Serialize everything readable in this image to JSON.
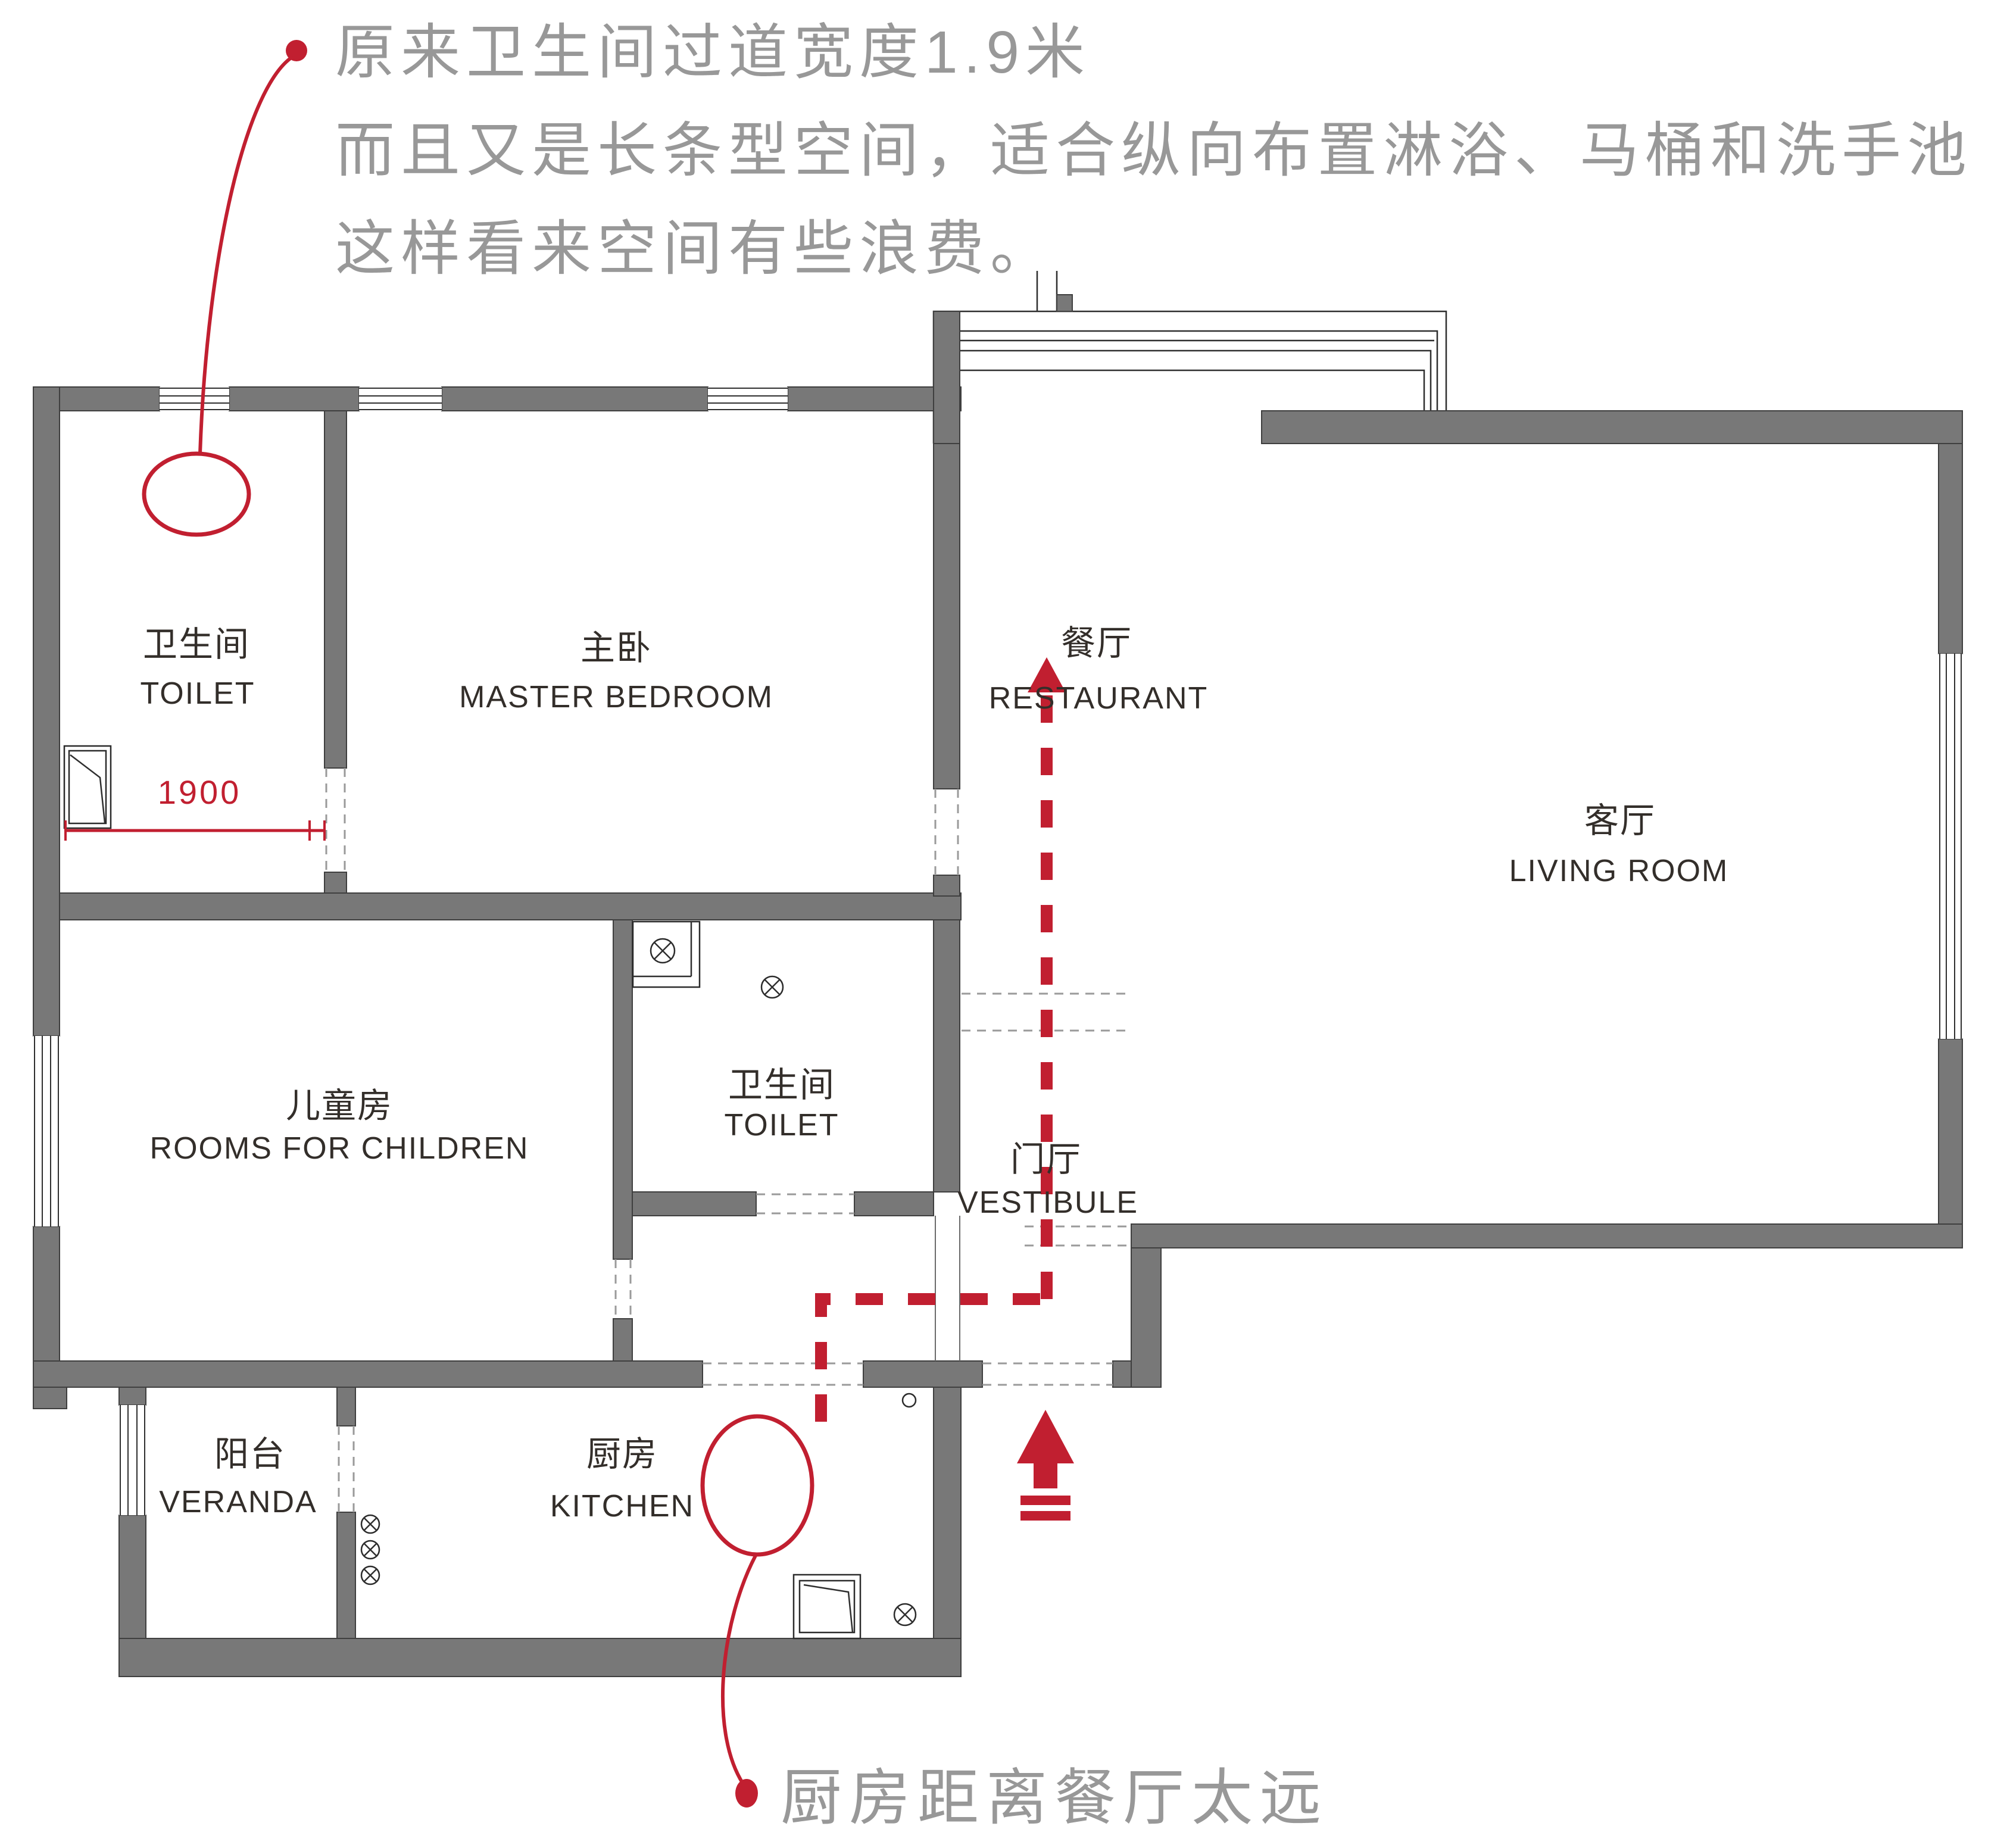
{
  "notes": {
    "top": [
      "原来卫生间过道宽度1.9米",
      "而且又是长条型空间，适合纵向布置淋浴、马桶和洗手池",
      "这样看来空间有些浪费。"
    ],
    "bottom": "厨房距离餐厅太远"
  },
  "dimension": {
    "value": "1900"
  },
  "rooms": {
    "toilet_main": {
      "cn": "卫生间",
      "en": "TOILET"
    },
    "master_bedroom": {
      "cn": "主卧",
      "en": "MASTER BEDROOM"
    },
    "restaurant": {
      "cn": "餐厅",
      "en": "RESTAURANT"
    },
    "living_room": {
      "cn": "客厅",
      "en": "LIVING ROOM"
    },
    "children_room": {
      "cn": "儿童房",
      "en": "ROOMS FOR CHILDREN"
    },
    "toilet_second": {
      "cn": "卫生间",
      "en": "TOILET"
    },
    "vestibule": {
      "cn": "门厅",
      "en": "VESTIBULE"
    },
    "veranda": {
      "cn": "阳台",
      "en": "VERANDA"
    },
    "kitchen": {
      "cn": "厨房",
      "en": "KITCHEN"
    }
  },
  "colors": {
    "accent_red": "#c11f30",
    "wall_gray": "#787878",
    "label_dark": "#332e2a",
    "note_gray": "#989898"
  }
}
